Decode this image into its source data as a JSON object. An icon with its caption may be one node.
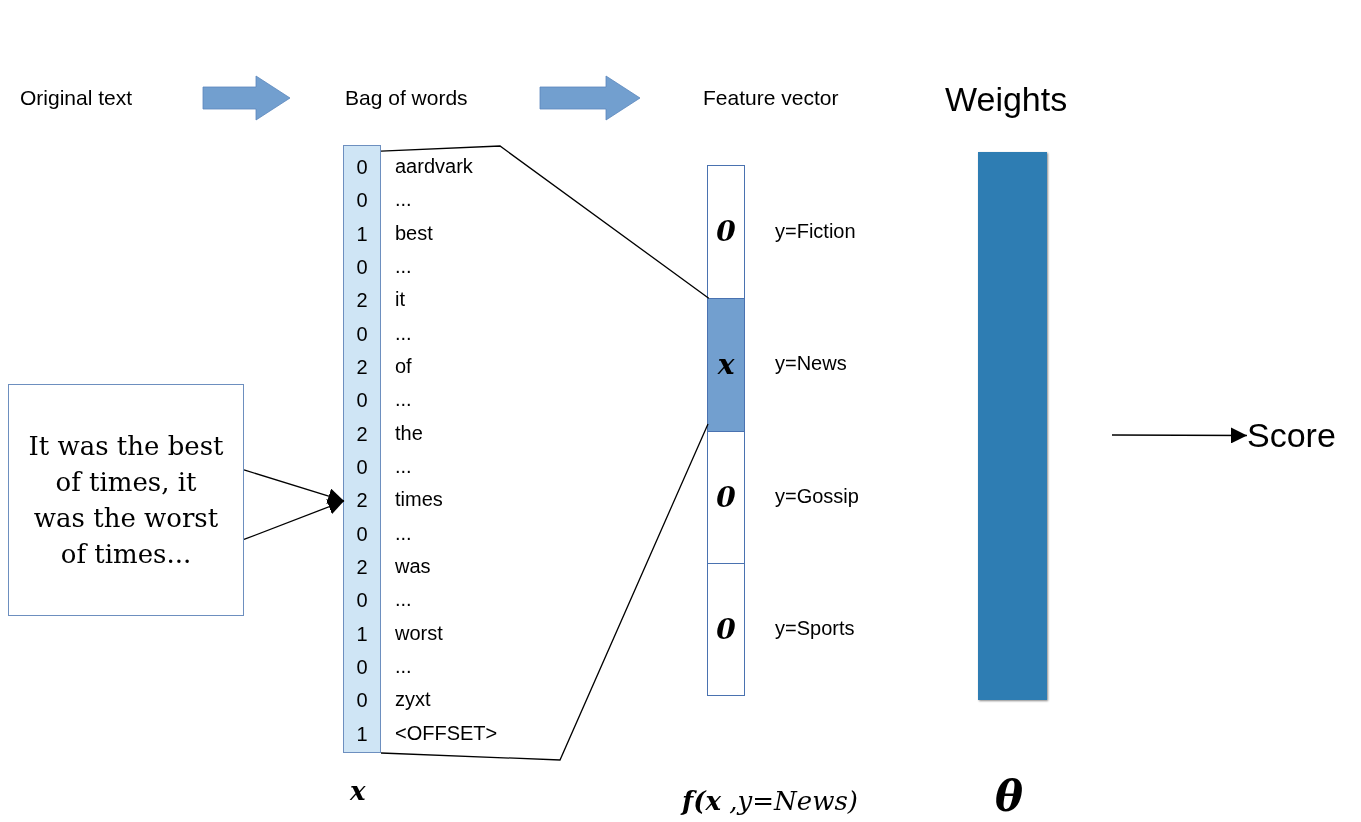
{
  "diagram": {
    "nodes": [
      {
        "text": [
          "Original text"
        ]
      },
      {
        "text": [
          "Bag of words"
        ]
      },
      {
        "text": [
          "Feature vector"
        ]
      },
      {
        "text": [
          "It was the best of times, it was the worst of times..."
        ]
      },
      {
        "text": [],
        "shape": "bar",
        "beside": [
          "x"
        ]
      },
      {
        "text": [
          "0"
        ],
        "in": 4,
        "beside": [
          "aardvark"
        ]
      },
      {
        "text": [
          "0"
        ],
        "in": 4,
        "beside": [
          "..."
        ]
      },
      {
        "text": [
          "1"
        ],
        "in": 4,
        "beside": [
          "best"
        ]
      },
      {
        "text": [
          "0"
        ],
        "in": 4,
        "beside": [
          "..."
        ]
      },
      {
        "text": [
          "2"
        ],
        "in": 4,
        "beside": [
          "it"
        ]
      },
      {
        "text": [
          "0"
        ],
        "in": 4,
        "beside": [
          "..."
        ]
      },
      {
        "text": [
          "2"
        ],
        "in": 4,
        "beside": [
          "of"
        ]
      },
      {
        "text": [
          "0"
        ],
        "in": 4,
        "beside": [
          "..."
        ]
      },
      {
        "text": [
          "2"
        ],
        "in": 4,
        "beside": [
          "the"
        ]
      },
      {
        "text": [
          "0"
        ],
        "in": 4,
        "beside": [
          "..."
        ]
      },
      {
        "text": [
          "2"
        ],
        "in": 4,
        "beside": [
          "times"
        ]
      },
      {
        "text": [
          "0"
        ],
        "in": 4,
        "beside": [
          "..."
        ]
      },
      {
        "text": [
          "2"
        ],
        "in": 4,
        "beside": [
          "was"
        ]
      },
      {
        "text": [
          "0"
        ],
        "in": 4,
        "beside": [
          "..."
        ]
      },
      {
        "text": [
          "1"
        ],
        "in": 4,
        "beside": [
          "worst"
        ]
      },
      {
        "text": [
          "0"
        ],
        "in": 4,
        "beside": [
          "..."
        ]
      },
      {
        "text": [
          "0"
        ],
        "in": 4,
        "beside": [
          "zyxt"
        ]
      },
      {
        "text": [
          "1"
        ],
        "in": 4,
        "beside": [
          "<OFFSET>"
        ]
      },
      {
        "text": [],
        "shape": "bar",
        "beside": [
          "**f(x** ,y=News)"
        ]
      },
      {
        "text": [
          "0"
        ],
        "in": 23,
        "beside": [
          "y=Fiction"
        ]
      },
      {
        "text": [
          "x"
        ],
        "in": 23,
        "beside": [
          "y=News"
        ]
      },
      {
        "text": [
          "0"
        ],
        "in": 23,
        "beside": [
          "y=Gossip"
        ]
      },
      {
        "text": [
          "0"
        ],
        "in": 23,
        "beside": [
          "y=Sports"
        ]
      },
      {
        "text": [],
        "shape": "bar",
        "beside": [
          "Weights",
          "θ"
        ]
      },
      {
        "text": [
          "Score"
        ]
      }
    ],
    "edges": [
      {
        "from": 0,
        "to": 1,
        "arrow": "to",
        "style": "thick",
        "color": "#729fcf"
      },
      {
        "from": 1,
        "to": 2,
        "arrow": "to",
        "style": "thick",
        "color": "#729fcf"
      },
      {
        "from": 3,
        "to": 15,
        "arrow": "to"
      },
      {
        "from": 3,
        "to": 15,
        "arrow": "to"
      },
      {
        "from": 4,
        "to": 25,
        "arrow": "none"
      },
      {
        "from": 4,
        "to": 25,
        "arrow": "none"
      },
      {
        "from": null,
        "to": 29,
        "arrow": "to"
      }
    ]
  }
}
